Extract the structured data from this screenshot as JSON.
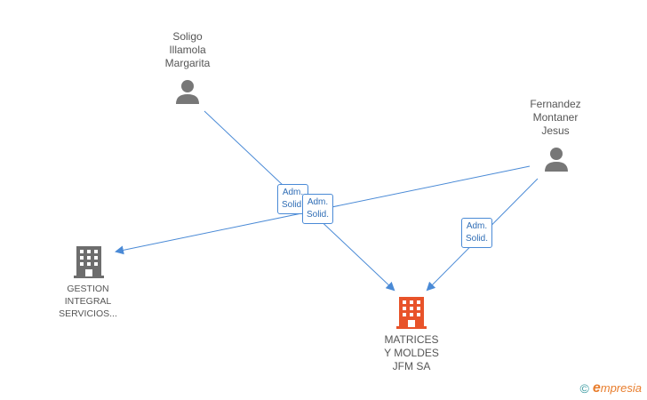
{
  "people": [
    {
      "lines": [
        "Soligo",
        "Illamola",
        "Margarita"
      ]
    },
    {
      "lines": [
        "Fernandez",
        "Montaner",
        "Jesus"
      ]
    }
  ],
  "companies": [
    {
      "lines": [
        "GESTION",
        "INTEGRAL",
        "SERVICIOS..."
      ],
      "color": "#6d6d6d"
    },
    {
      "lines": [
        "MATRICES",
        "Y MOLDES",
        "JFM SA"
      ],
      "color": "#e8532a"
    }
  ],
  "edge_labels": [
    {
      "lines": [
        "Adm.",
        "Solid."
      ]
    },
    {
      "lines": [
        "Adm.",
        "Solid."
      ]
    },
    {
      "lines": [
        "Adm.",
        "Solid."
      ]
    }
  ],
  "colors": {
    "edge": "#4a8ad6",
    "person": "#777777"
  },
  "footer": {
    "copyright": "©",
    "brand_initial": "e",
    "brand_rest": "mpresia"
  }
}
